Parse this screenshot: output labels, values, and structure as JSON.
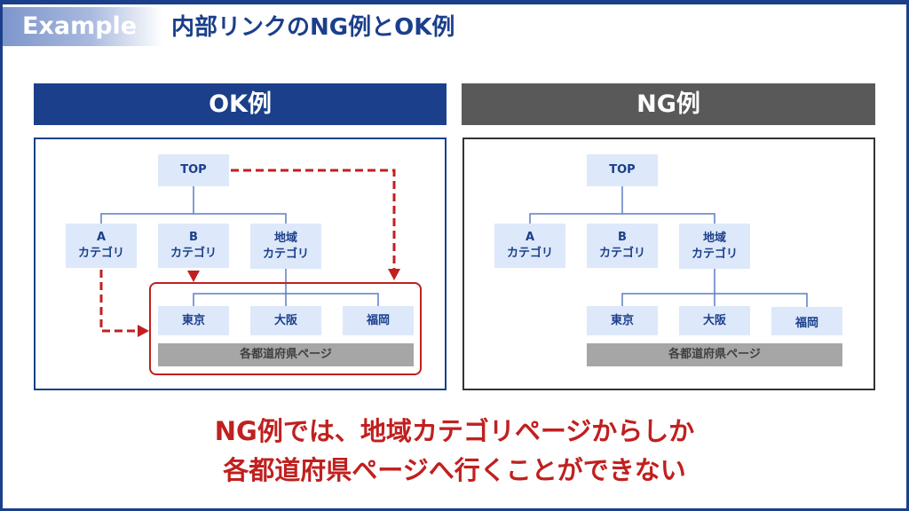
{
  "header": {
    "tag": "Example",
    "title": "内部リンクのNG例とOK例"
  },
  "ok": {
    "label": "OK例",
    "top": "TOP",
    "a": "A\nカテゴリ",
    "b": "B\nカテゴリ",
    "region": "地域\nカテゴリ",
    "tokyo": "東京",
    "osaka": "大阪",
    "fukuoka": "福岡",
    "pref": "各都道府県ページ"
  },
  "ng": {
    "label": "NG例",
    "top": "TOP",
    "a": "A\nカテゴリ",
    "b": "B\nカテゴリ",
    "region": "地域\nカテゴリ",
    "tokyo": "東京",
    "osaka": "大阪",
    "fukuoka": "福岡",
    "pref": "各都道府県ページ"
  },
  "message": {
    "line1": "NG例では、地域カテゴリページからしか",
    "line2": "各都道府県ページへ行くことができない"
  },
  "colors": {
    "navy": "#1b3f8b",
    "gray": "#595959",
    "red": "#c0201f",
    "node": "#dde8fa"
  }
}
